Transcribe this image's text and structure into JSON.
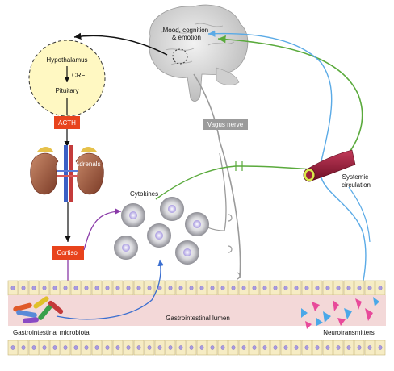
{
  "labels": {
    "brain": "Mood, cognition\n& emotion",
    "hypothalamus": "Hypothalamus",
    "crf": "CRF",
    "pituitary": "Pituitary",
    "acth": "ACTH",
    "adrenals": "Adrenals",
    "cortisol": "Cortisol",
    "vagus": "Vagus nerve",
    "cytokines": "Cytokines",
    "systemic": "Systemic\ncirculation",
    "lumen": "Gastrointestinal lumen",
    "microbiota": "Gastrointestinal microbiota",
    "neurotransmitters": "Neurotransmitters"
  },
  "colors": {
    "hpa_arrow": "#111111",
    "cortisol_arrow": "#8a3aa8",
    "blue_arrow": "#5aaae6",
    "green_arrow": "#5aaa3c",
    "nerve": "#9a9a9a",
    "box_red": "#e8431c",
    "vagus_box": "#9b9b9b",
    "hypothalamus_fill": "#fff8c2",
    "lumen_band": "#f3d8d8",
    "vessel": "#9c1f3c"
  }
}
